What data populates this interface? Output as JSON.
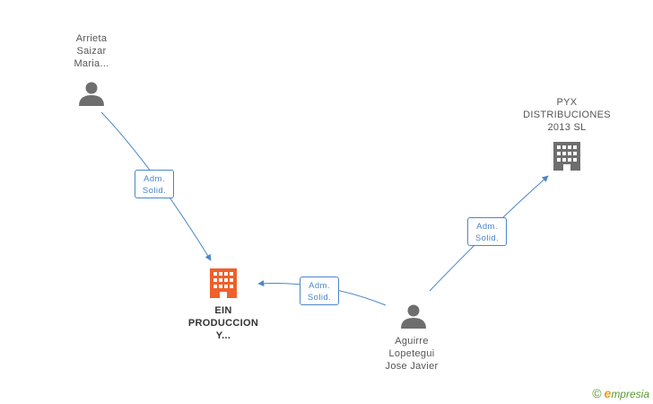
{
  "colors": {
    "edge": "#4a86c8",
    "person_icon": "#6e6e6e",
    "company_icon": "#6e6e6e",
    "focus_company_icon": "#f0602a"
  },
  "nodes": {
    "arrieta": {
      "type": "person",
      "icon": "person-icon",
      "lines": [
        "Arrieta",
        "Saizar",
        "Maria..."
      ]
    },
    "pyx": {
      "type": "company",
      "icon": "building-icon",
      "lines": [
        "PYX",
        "DISTRIBUCIONES",
        "2013 SL"
      ]
    },
    "ein": {
      "type": "company",
      "icon": "building-icon",
      "focus": true,
      "lines": [
        "EIN",
        "PRODUCCION",
        "Y..."
      ]
    },
    "aguirre": {
      "type": "person",
      "icon": "person-icon",
      "lines": [
        "Aguirre",
        "Lopetegui",
        "Jose Javier"
      ]
    }
  },
  "edges": [
    {
      "from": "arrieta",
      "to": "ein",
      "lines": [
        "Adm.",
        "Solid."
      ]
    },
    {
      "from": "aguirre",
      "to": "ein",
      "lines": [
        "Adm.",
        "Solid."
      ]
    },
    {
      "from": "aguirre",
      "to": "pyx",
      "lines": [
        "Adm.",
        "Solid."
      ]
    }
  ],
  "brand": {
    "copyright": "©",
    "initial": "e",
    "name": "mpresia"
  }
}
